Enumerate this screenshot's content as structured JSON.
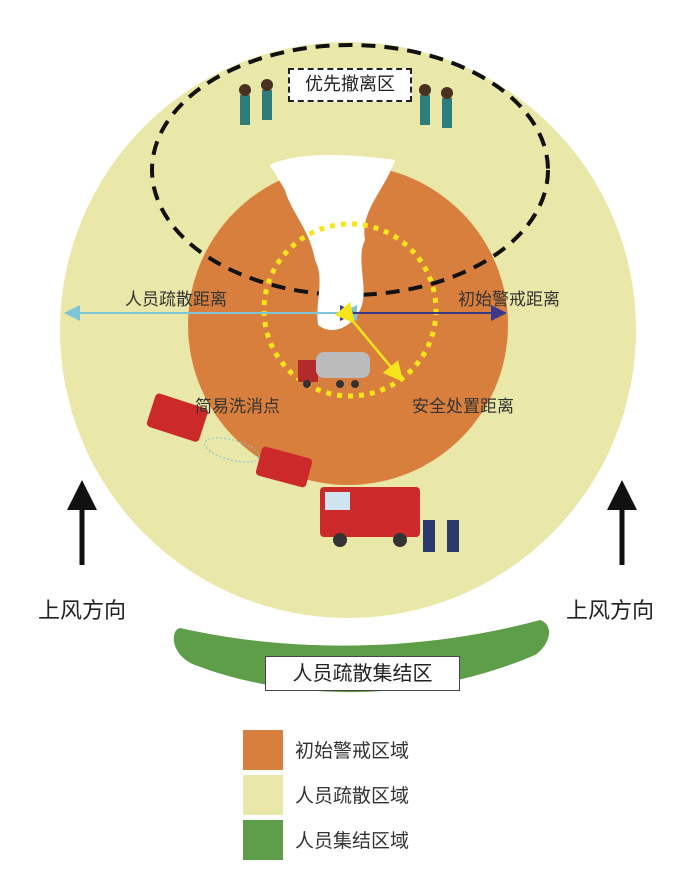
{
  "labels": {
    "priority_evacuation_zone": "优先撤离区",
    "evacuation_distance": "人员疏散距离",
    "initial_isolation_distance": "初始警戒距离",
    "decontamination_point": "简易洗消点",
    "safe_disposal_distance": "安全处置距离",
    "upwind_left": "上风方向",
    "upwind_right": "上风方向",
    "assembly_area": "人员疏散集结区"
  },
  "legend": [
    {
      "label": "初始警戒区域",
      "color": "#d97f3e"
    },
    {
      "label": "人员疏散区域",
      "color": "#e9e8a8"
    },
    {
      "label": "人员集结区域",
      "color": "#5e9e48"
    }
  ],
  "colors": {
    "evacuation_zone": "#e9e8a8",
    "isolation_zone": "#d97f3e",
    "assembly_zone": "#5e9e48",
    "safe_circle": "#f5e51a",
    "evacuation_arrow": "#7cc6d8",
    "isolation_arrow": "#3a3a8a"
  }
}
